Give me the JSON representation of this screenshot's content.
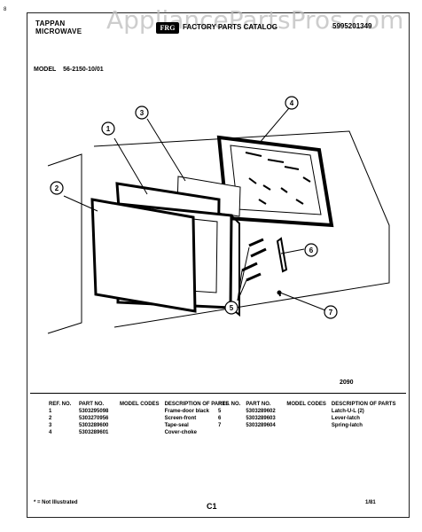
{
  "watermark": "AppliancePartsPros.com",
  "header": {
    "brand": "TAPPAN\nMICROWAVE",
    "logo": "FRG",
    "catalog": "FACTORY PARTS CATALOG",
    "docno": "5995201349"
  },
  "model": {
    "label": "MODEL",
    "value": "56-2150-10/01"
  },
  "callouts": [
    "1",
    "2",
    "3",
    "4",
    "5",
    "6",
    "7"
  ],
  "figure_number": "2090",
  "parts_headers": {
    "ref": "REF. NO.",
    "part": "PART NO.",
    "model": "MODEL CODES",
    "desc": "DESCRIPTION OF PARTS"
  },
  "parts_left": [
    {
      "ref": "1",
      "part": "5303295098",
      "model": "",
      "desc": "Frame-door black"
    },
    {
      "ref": "2",
      "part": "5303270956",
      "model": "",
      "desc": "Screen-front"
    },
    {
      "ref": "3",
      "part": "5303289600",
      "model": "",
      "desc": "Tape-seal"
    },
    {
      "ref": "4",
      "part": "5303289601",
      "model": "",
      "desc": "Cover-choke"
    }
  ],
  "parts_right": [
    {
      "ref": "5",
      "part": "5303289602",
      "model": "",
      "desc": "Latch-U-L (2)"
    },
    {
      "ref": "6",
      "part": "5303289603",
      "model": "",
      "desc": "Lever-latch"
    },
    {
      "ref": "7",
      "part": "5303289604",
      "model": "",
      "desc": "Spring-latch"
    }
  ],
  "footer": {
    "note": "* = Not Illustrated",
    "code": "C1",
    "date": "1/81"
  },
  "corner_mark": "8"
}
